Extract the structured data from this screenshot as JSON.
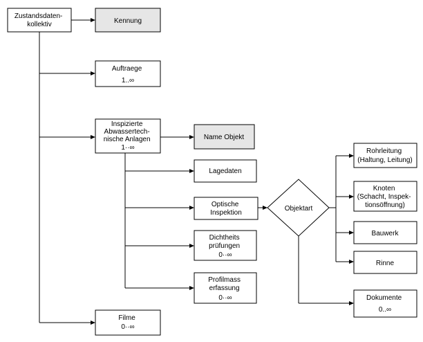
{
  "nodes": {
    "root": {
      "lines": [
        "Zustandsdaten-",
        "kollektiv"
      ]
    },
    "kennung": {
      "lines": [
        "Kennung"
      ]
    },
    "auftraege": {
      "lines": [
        "Auftraege",
        "1..∞"
      ]
    },
    "anlagen": {
      "lines": [
        "Inspizierte",
        "Abwassertech-",
        "nische Anlagen",
        "1··∞"
      ]
    },
    "name_objekt": {
      "lines": [
        "Name Objekt"
      ]
    },
    "lagedaten": {
      "lines": [
        "Lagedaten"
      ]
    },
    "optische": {
      "lines": [
        "Optische",
        "Inspektion"
      ]
    },
    "dichtheit": {
      "lines": [
        "Dichtheits",
        "prüfungen",
        "0··∞"
      ]
    },
    "profil": {
      "lines": [
        "Profilmass",
        "erfassung",
        "0··∞"
      ]
    },
    "filme": {
      "lines": [
        "Filme",
        "0··∞"
      ]
    },
    "objektart": {
      "lines": [
        "Objektart"
      ]
    },
    "rohrleitung": {
      "lines": [
        "Rohrleitung",
        "(Haltung, Leitung)"
      ]
    },
    "knoten": {
      "lines": [
        "Knoten",
        "(Schacht, Inspek-",
        "tionsöffnung)"
      ]
    },
    "bauwerk": {
      "lines": [
        "Bauwerk"
      ]
    },
    "rinne": {
      "lines": [
        "Rinne"
      ]
    },
    "dokumente": {
      "lines": [
        "Dokumente",
        "0..∞"
      ]
    }
  },
  "colors": {
    "key_fill": "#e6e6e6",
    "line": "#000000",
    "box_fill": "#ffffff"
  }
}
